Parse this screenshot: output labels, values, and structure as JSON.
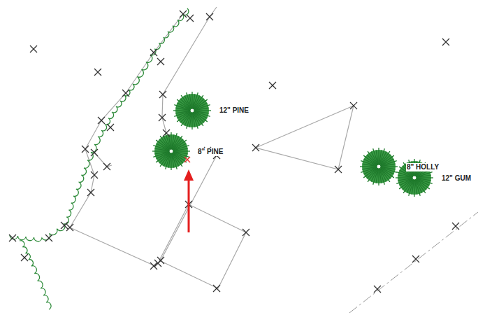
{
  "diagram": {
    "labels": [
      "12\" PINE",
      "8\" PINE",
      "8\" HOLLY",
      "12\" GUM"
    ]
  }
}
